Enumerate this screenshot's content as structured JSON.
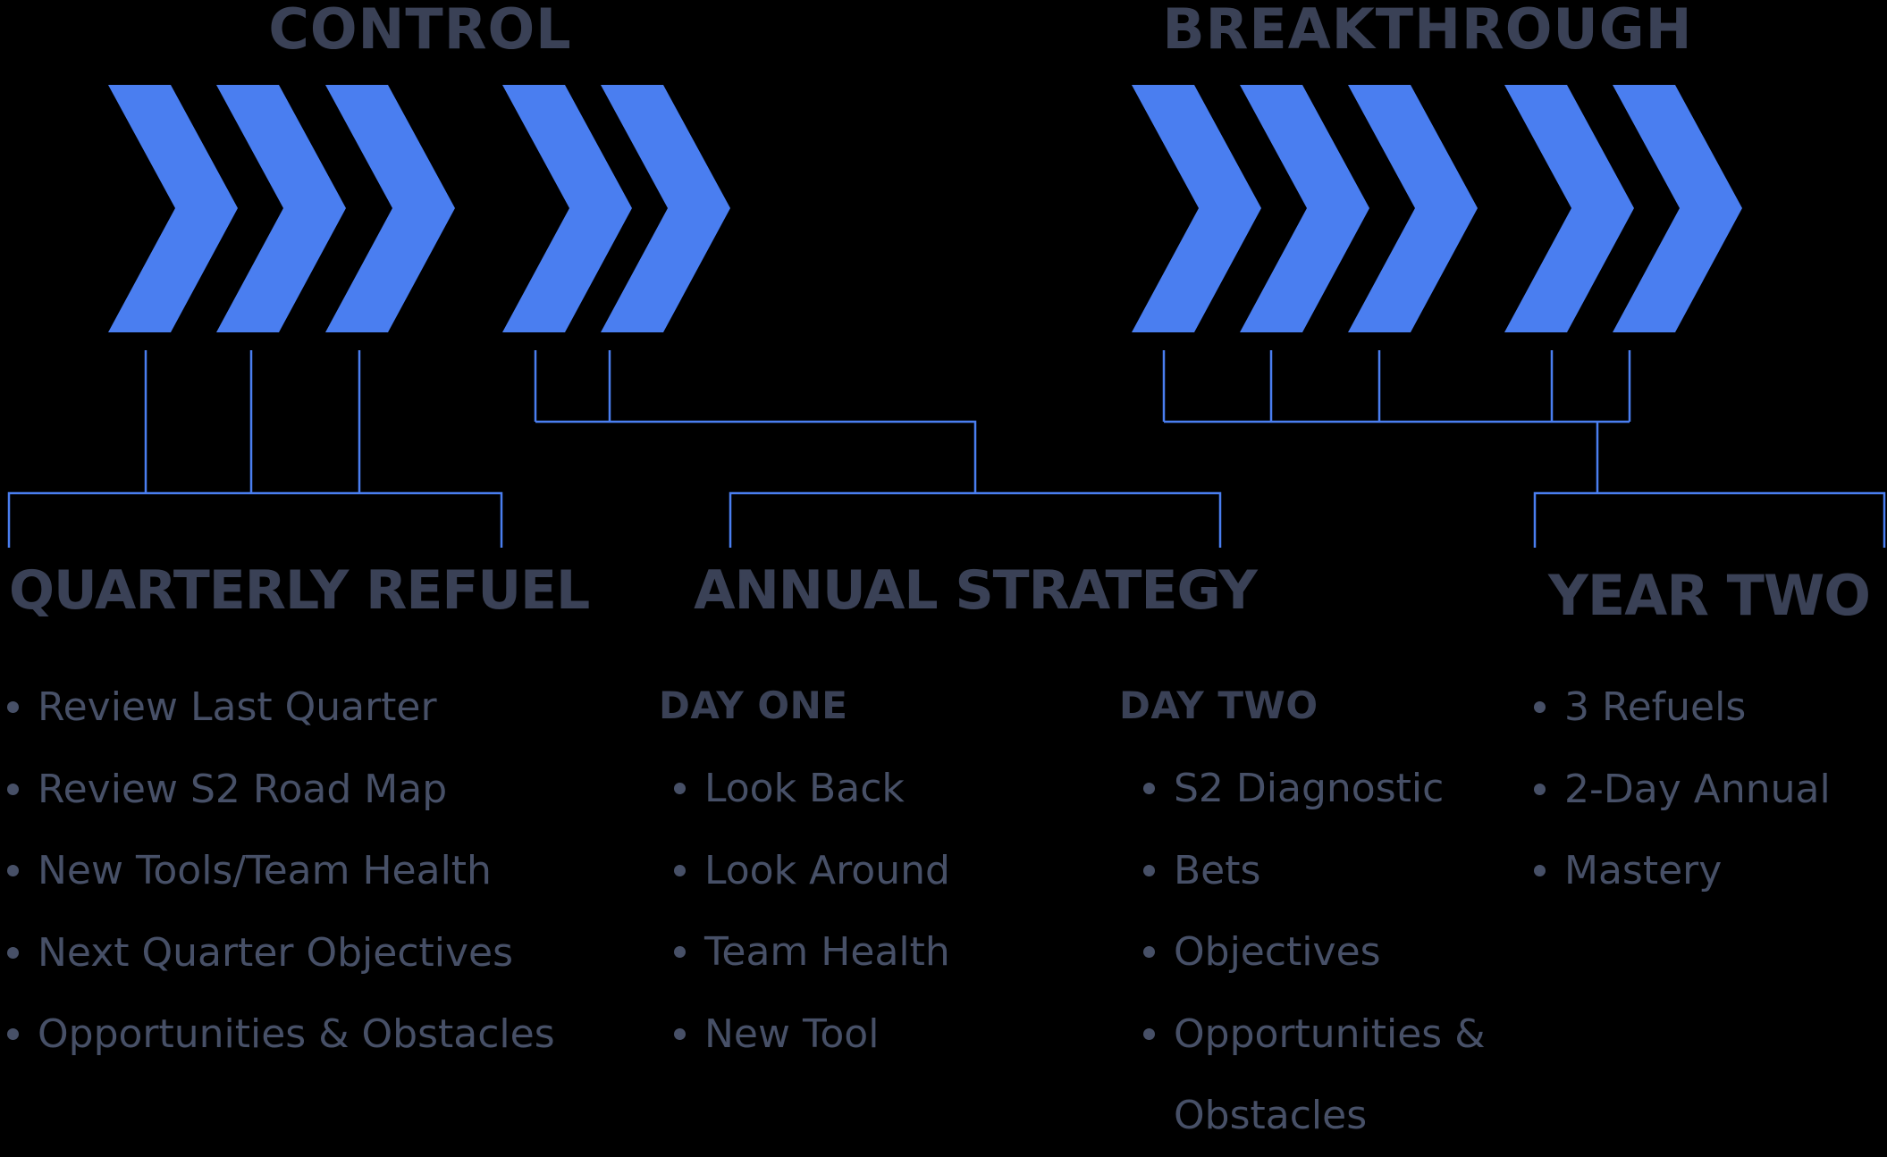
{
  "colors": {
    "accent_blue": "#4A7EF0",
    "heading_text": "#3A4156",
    "body_text": "#475067",
    "background": "#000000"
  },
  "phases": [
    {
      "label": "CONTROL"
    },
    {
      "label": "BREAKTHROUGH"
    }
  ],
  "sections": [
    {
      "title": "QUARTERLY REFUEL",
      "bullets": [
        "Review Last Quarter",
        "Review S2 Road Map",
        "New Tools/Team Health",
        "Next Quarter Objectives",
        "Opportunities & Obstacles"
      ]
    },
    {
      "title": "ANNUAL STRATEGY",
      "columns": [
        {
          "heading": "DAY ONE",
          "bullets": [
            "Look Back",
            "Look Around",
            "Team Health",
            "New Tool"
          ]
        },
        {
          "heading": "DAY TWO",
          "bullets": [
            "S2 Diagnostic",
            "Bets",
            "Objectives",
            "Opportunities & Obstacles"
          ]
        }
      ]
    },
    {
      "title": "YEAR TWO",
      "bullets": [
        "3 Refuels",
        "2-Day Annual",
        "Mastery"
      ]
    }
  ]
}
